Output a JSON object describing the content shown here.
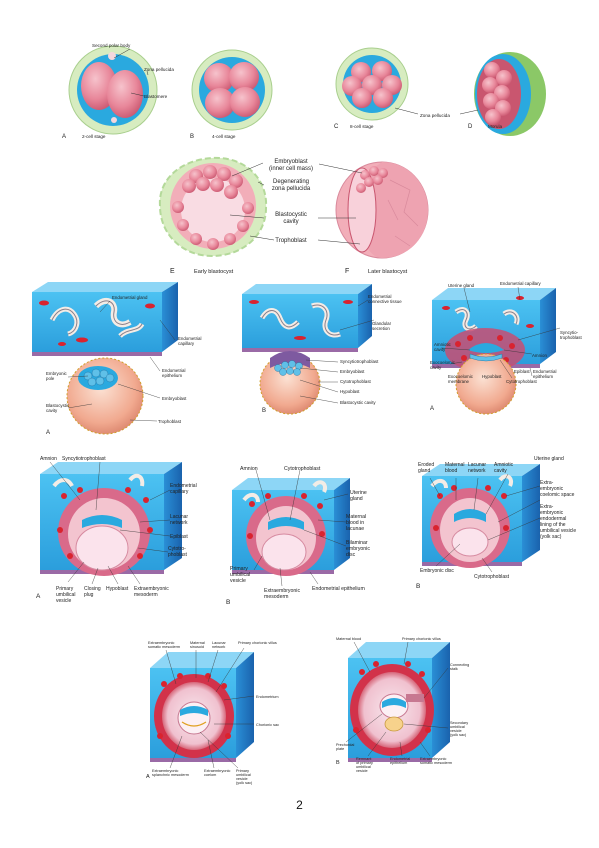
{
  "colors": {
    "zona": "#d7ecc0",
    "fluid": "#2aa9df",
    "cell": "#e8879a",
    "cell_dark": "#c9566f",
    "tissue_blue": "#35b2ea",
    "tissue_side": "#1f78c4",
    "capillary": "#d9232f",
    "embryo": "#f3b49c",
    "epithelium": "#9a6aa6"
  },
  "cleavage": {
    "panel_A": {
      "letter": "A",
      "caption": "2-cell stage",
      "second_polar_body": "Second polar body",
      "zona_pellucida": "Zona pellucida",
      "blastomere": "Blastomere"
    },
    "panel_B": {
      "letter": "B",
      "caption": "4-cell stage"
    },
    "panel_C": {
      "letter": "C",
      "caption": "8-cell stage"
    },
    "zona_pellucida_shared": "Zona pellucida",
    "panel_D": {
      "letter": "D",
      "caption": "Morula"
    }
  },
  "blastocyst": {
    "embryoblast": "Embryoblast",
    "inner_cell_mass": "(inner cell mass)",
    "degenerating": "Degenerating",
    "zona_pellucida": "zona pellucida",
    "blastocystic": "Blastocystic",
    "cavity": "cavity",
    "trophoblast": "Trophoblast",
    "panel_E": {
      "letter": "E",
      "caption": "Early blastocyst"
    },
    "panel_F": {
      "letter": "F",
      "caption": "Later blastocyst"
    }
  },
  "implantation_row1": {
    "p1": {
      "endometrial_gland": "Endometrial gland",
      "endometrial_capillary": [
        "Endometrial",
        "capillary"
      ],
      "embryonic_pole": [
        "Embryonic",
        "pole"
      ],
      "endometrial_epithelium": [
        "Endometrial",
        "epithelium"
      ],
      "embryoblast": "Embryoblast",
      "blastocystic_cavity": [
        "Blastocystic",
        "cavity"
      ],
      "trophoblast": "Trophoblast",
      "letter": "A"
    },
    "p2": {
      "connective": [
        "Endometrial",
        "connective tissue"
      ],
      "glandular": [
        "Glandular",
        "secretion"
      ],
      "syncytiotrophoblast": "Syncytiotrophoblast",
      "embryoblast": "Embryoblast",
      "cytotrophoblast": "Cytotrophoblast",
      "hypoblast": "Hypoblast",
      "blastocystic_cavity": "Blastocystic cavity",
      "letter": "B"
    },
    "p3": {
      "uterine_gland": "Uterine gland",
      "endometrial_capillary": "Endometrial capillary",
      "syncytio": [
        "Syncytio-",
        "trophoblast"
      ],
      "amniotic_cavity": [
        "Amniotic",
        "cavity"
      ],
      "amnion": "Amnion",
      "exocoelomic_cavity": [
        "Exocoelomic",
        "cavity"
      ],
      "epiblast": "Epiblast",
      "endometrial_epithelium": [
        "Endometrial",
        "epithelium"
      ],
      "exocoelomic_membrane": [
        "Exocoelomic",
        "membrane"
      ],
      "hypoblast": "Hypoblast",
      "cytotrophoblast": "Cytotrophoblast",
      "letter": "A"
    }
  },
  "implantation_row2": {
    "p1": {
      "amnion": "Amnion",
      "syncytiotrophoblast": "Syncytiotrophoblast",
      "endometrial_capillary": [
        "Endometrial",
        "capillary"
      ],
      "lacunar_network": [
        "Lacunar",
        "network"
      ],
      "epiblast": "Epiblast",
      "cytotrophoblast": [
        "Cytotro-",
        "phoblast"
      ],
      "primary_umbilical": [
        "Primary",
        "umbilical",
        "vesicle"
      ],
      "closing_plug": [
        "Closing",
        "plug"
      ],
      "hypoblast": "Hypoblast",
      "extraembryonic_mesoderm": [
        "Extraembryonic",
        "mesoderm"
      ],
      "letter": "A"
    },
    "p2": {
      "amnion": "Amnion",
      "cytotrophoblast": "Cytotrophoblast",
      "uterine_gland": [
        "Uterine",
        "gland"
      ],
      "maternal_blood": [
        "Maternal",
        "blood in",
        "lacunae"
      ],
      "bilaminar": [
        "Bilaminar",
        "embryonic",
        "disc"
      ],
      "primary_umbilical": [
        "Primary",
        "umbilical",
        "vesicle"
      ],
      "extraembryonic_mesoderm": [
        "Extraembryonic",
        "mesoderm"
      ],
      "endometrial_epithelium": "Endometrial epithelium",
      "letter": "B"
    },
    "p3": {
      "eroded_gland": [
        "Eroded",
        "gland"
      ],
      "maternal_blood": [
        "Maternal",
        "blood"
      ],
      "lacunar_network": [
        "Lacunar",
        "network"
      ],
      "amniotic_cavity": [
        "Amniotic",
        "cavity"
      ],
      "uterine_gland": "Uterine gland",
      "coelomic": [
        "Extra-",
        "embryonic",
        "coelomic space"
      ],
      "endodermal": [
        "Extra-",
        "embryonic",
        "endodermal",
        "lining of the",
        "umbilical vesicle",
        "(yolk sac)"
      ],
      "embryonic_disc": "Embryonic disc",
      "cytotrophoblast": "Cytotrophoblast",
      "letter": "B"
    }
  },
  "implantation_row3": {
    "p1": {
      "somatic": [
        "Extraembryonic",
        "somatic mesoderm"
      ],
      "sinusoid": [
        "Maternal",
        "sinusoid"
      ],
      "lacunar": [
        "Lacunar",
        "network"
      ],
      "primary_villus": "Primary chorionic villus",
      "endometrium": "Endometrium",
      "chorionic_sac": "Chorionic sac",
      "splanchnic": [
        "Extraembryonic",
        "splanchnic mesoderm"
      ],
      "coelom": [
        "Extraembryonic",
        "coelom"
      ],
      "primary_umbilical": [
        "Primary",
        "umbilical",
        "vesicle",
        "(yolk sac)"
      ],
      "letter": "A"
    },
    "p2": {
      "maternal_blood": "Maternal blood",
      "primary_villus": "Primary chorionic villus",
      "connecting_stalk": [
        "Connecting",
        "stalk"
      ],
      "secondary": [
        "Secondary",
        "umbilical",
        "vesicle",
        "(yolk sac)"
      ],
      "prechordal": [
        "Prechordal",
        "plate"
      ],
      "remnant": [
        "Remnant",
        "of primary",
        "umbilical",
        "vesicle"
      ],
      "epithelium": [
        "Endometrial",
        "epithelium"
      ],
      "somatic": [
        "Extraembryonic",
        "somatic mesoderm"
      ],
      "letter": "B"
    }
  },
  "page_number": "2"
}
